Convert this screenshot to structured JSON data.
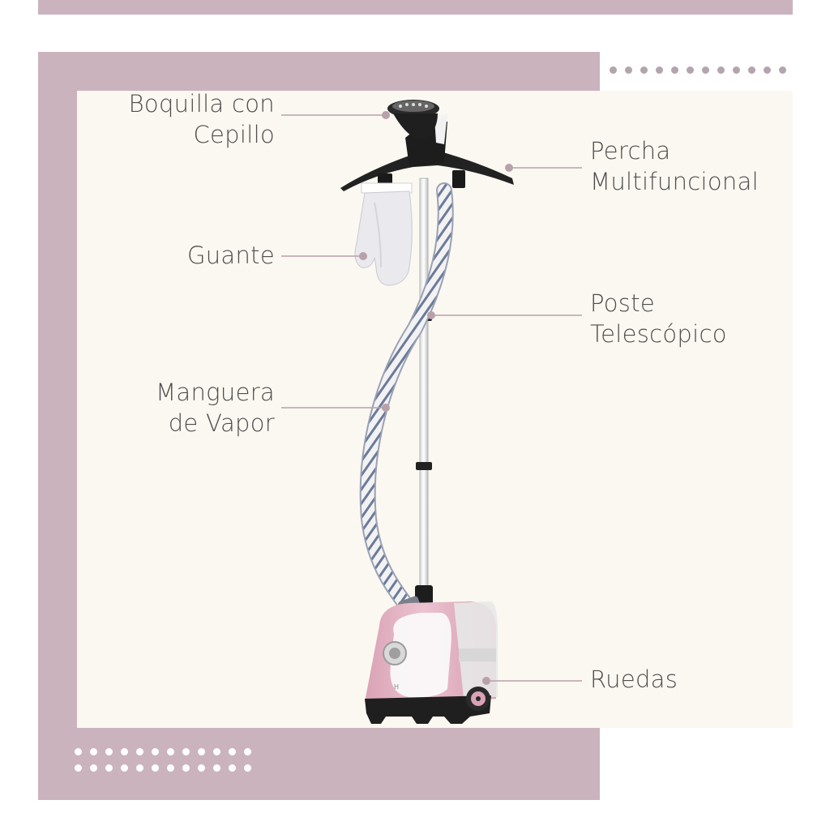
{
  "labels": {
    "boquilla": [
      "Boquilla con",
      "Cepillo"
    ],
    "guante": [
      "Guante"
    ],
    "manguera": [
      "Manguera",
      "de Vapor"
    ],
    "percha": [
      "Percha",
      "Multifuncional"
    ],
    "poste": [
      "Poste",
      "Telescópico"
    ],
    "ruedas": [
      "Ruedas"
    ]
  },
  "colors": {
    "frame_pink": "#cbb3bd",
    "cream": "#fbf8f1",
    "dot_on_cream": "#b2a5ad",
    "body_pink": "#e5b6c6",
    "marker": "#b8a1ab",
    "text": "#4e4e4e"
  }
}
